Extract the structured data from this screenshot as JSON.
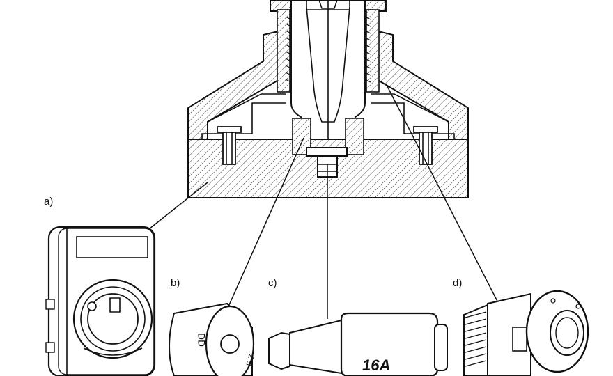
{
  "labels": {
    "a": "a)",
    "b": "b)",
    "c": "c)",
    "d": "d)"
  },
  "part_c": {
    "rating_mark": "16A"
  },
  "colors": {
    "line": "#111111",
    "background": "#ffffff"
  }
}
